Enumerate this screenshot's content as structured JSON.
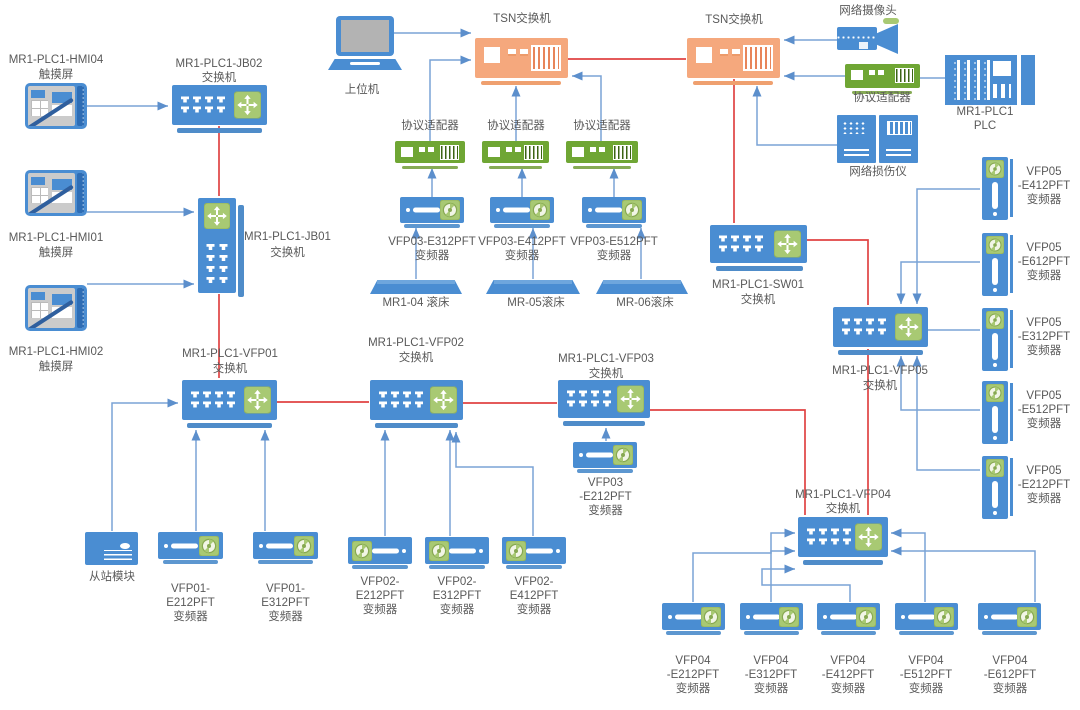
{
  "colors": {
    "device_blue": "#4a8dd2",
    "shadow_blue": "#4f8cc9",
    "adapter_green": "#6fa634",
    "icon_green": "#a8c973",
    "tsn_orange": "#f5a87d",
    "red_link": "#e04343",
    "blue_link": "#7aa3d6",
    "label_text": "#595959"
  },
  "nodes": {
    "hmi04": {
      "name": "MR1-PLC1-HMI04",
      "type": "触摸屏"
    },
    "hmi01": {
      "name": "MR1-PLC1-HMI01",
      "type": "触摸屏"
    },
    "hmi02": {
      "name": "MR1-PLC1-HMI02",
      "type": "触摸屏"
    },
    "jb02": {
      "name": "MR1-PLC1-JB02",
      "type": "交换机"
    },
    "jb01": {
      "name": "MR1-PLC1-JB01",
      "type": "交换机"
    },
    "host": {
      "name": "上位机"
    },
    "tsn1": {
      "name": "TSN交换机"
    },
    "tsn2": {
      "name": "TSN交换机"
    },
    "camera": {
      "name": "网络摄像头"
    },
    "adapter_top": {
      "name": "协议适配器"
    },
    "plc": {
      "name": "MR1-PLC1",
      "type": "PLC"
    },
    "impairment": {
      "name": "网络损伤仪"
    },
    "adapter1": {
      "name": "协议适配器"
    },
    "adapter2": {
      "name": "协议适配器"
    },
    "adapter3": {
      "name": "协议适配器"
    },
    "vfp03_e312": {
      "l1": "VFP03-E312PFT",
      "l2": "变频器"
    },
    "vfp03_e412": {
      "l1": "VFP03-E412PFT",
      "l2": "变频器"
    },
    "vfp03_e512": {
      "l1": "VFP03-E512PFT",
      "l2": "变频器"
    },
    "bed1": {
      "name": "MR1-04 滚床"
    },
    "bed2": {
      "name": "MR-05滚床"
    },
    "bed3": {
      "name": "MR-06滚床"
    },
    "sw01": {
      "name": "MR1-PLC1-SW01",
      "type": "交换机"
    },
    "vfp01sw": {
      "name": "MR1-PLC1-VFP01",
      "type": "交换机"
    },
    "vfp02sw": {
      "name": "MR1-PLC1-VFP02",
      "type": "交换机"
    },
    "vfp03sw": {
      "name": "MR1-PLC1-VFP03",
      "type": "交换机"
    },
    "vfp04sw": {
      "name": "MR1-PLC1-VFP04",
      "type": "交换机"
    },
    "vfp05sw": {
      "name": "MR1-PLC1-VFP05",
      "type": "交换机"
    },
    "vfp03_e212": {
      "l1": "VFP03",
      "l2": "-E212PFT",
      "l3": "变频器"
    },
    "slave": {
      "name": "从站模块"
    },
    "vfp01_e212": {
      "l1": "VFP01-",
      "l2": "E212PFT",
      "l3": "变频器"
    },
    "vfp01_e312": {
      "l1": "VFP01-",
      "l2": "E312PFT",
      "l3": "变频器"
    },
    "vfp02_e212": {
      "l1": "VFP02-",
      "l2": "E212PFT",
      "l3": "变频器"
    },
    "vfp02_e312": {
      "l1": "VFP02-",
      "l2": "E312PFT",
      "l3": "变频器"
    },
    "vfp02_e412": {
      "l1": "VFP02-",
      "l2": "E412PFT",
      "l3": "变频器"
    },
    "vfp04_e212": {
      "l1": "VFP04",
      "l2": "-E212PFT",
      "l3": "变频器"
    },
    "vfp04_e312": {
      "l1": "VFP04",
      "l2": "-E312PFT",
      "l3": "变频器"
    },
    "vfp04_e412": {
      "l1": "VFP04",
      "l2": "-E412PFT",
      "l3": "变频器"
    },
    "vfp04_e512": {
      "l1": "VFP04",
      "l2": "-E512PFT",
      "l3": "变频器"
    },
    "vfp04_e612": {
      "l1": "VFP04",
      "l2": "-E612PFT",
      "l3": "变频器"
    },
    "vfp05_e412": {
      "l1": "VFP05",
      "l2": "-E412PFT",
      "l3": "变频器"
    },
    "vfp05_e612": {
      "l1": "VFP05",
      "l2": "-E612PFT",
      "l3": "变频器"
    },
    "vfp05_e312": {
      "l1": "VFP05",
      "l2": "-E312PFT",
      "l3": "变频器"
    },
    "vfp05_e512": {
      "l1": "VFP05",
      "l2": "-E512PFT",
      "l3": "变频器"
    },
    "vfp05_e212": {
      "l1": "VFP05",
      "l2": "-E212PFT",
      "l3": "变频器"
    }
  }
}
